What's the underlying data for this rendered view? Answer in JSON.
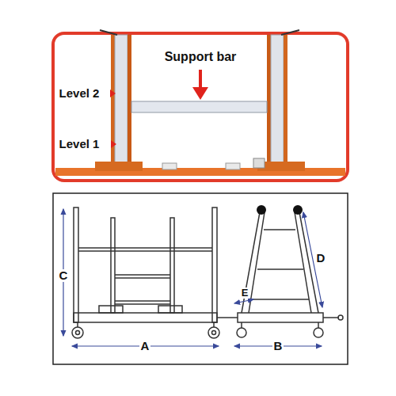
{
  "diagram": {
    "labels": [
      "Support bar",
      "Level 2",
      "Level 1",
      "C",
      "A",
      "B",
      "D",
      "E"
    ]
  }
}
